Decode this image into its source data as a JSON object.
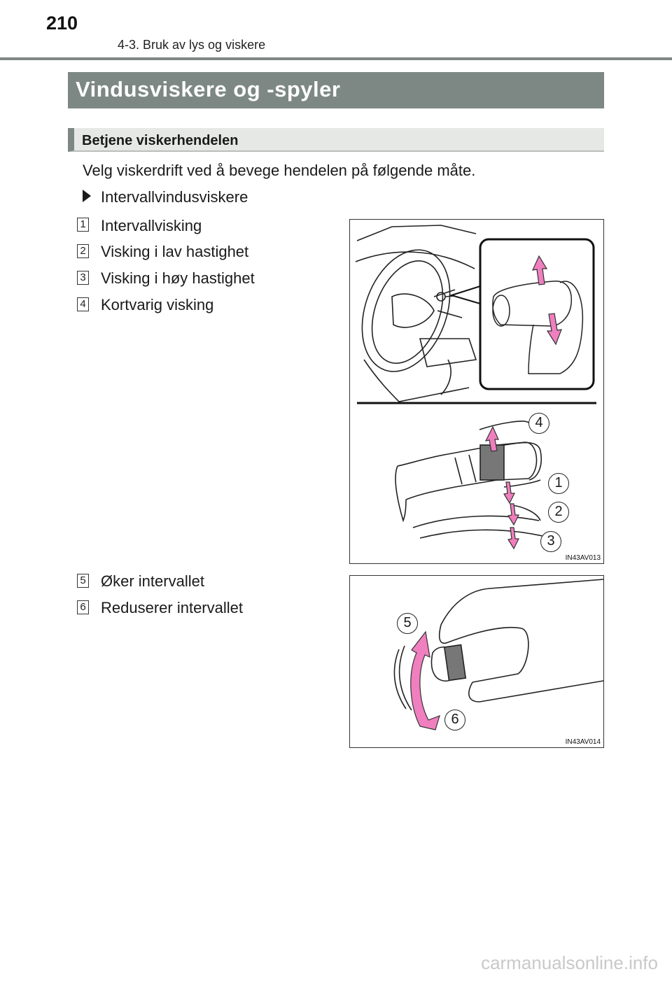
{
  "header": {
    "page_number": "210",
    "chapter": "4-3. Bruk av lys og viskere"
  },
  "section": {
    "title": "Vindusviskere og -spyler"
  },
  "subsection": {
    "title": "Betjene viskerhendelen"
  },
  "intro": "Velg viskerdrift ved å bevege hendelen på følgende måte.",
  "bullet": {
    "icon": "triangle-right-icon",
    "label": "Intervallvindusviskere"
  },
  "items_group1": [
    {
      "num": "1",
      "label": "Intervallvisking"
    },
    {
      "num": "2",
      "label": "Visking i lav hastighet"
    },
    {
      "num": "3",
      "label": "Visking i høy hastighet"
    },
    {
      "num": "4",
      "label": "Kortvarig visking"
    }
  ],
  "items_group2": [
    {
      "num": "5",
      "label": "Øker intervallet"
    },
    {
      "num": "6",
      "label": "Reduserer intervallet"
    }
  ],
  "figure1": {
    "code": "IN43AV013",
    "callouts": [
      "4",
      "1",
      "2",
      "3"
    ]
  },
  "figure2": {
    "code": "IN43AV014",
    "callouts": [
      "5",
      "6"
    ]
  },
  "watermark": "carmanualsonline.info",
  "colors": {
    "title_bar": "#7d8884",
    "arrow_pink": "#f07fbf"
  }
}
